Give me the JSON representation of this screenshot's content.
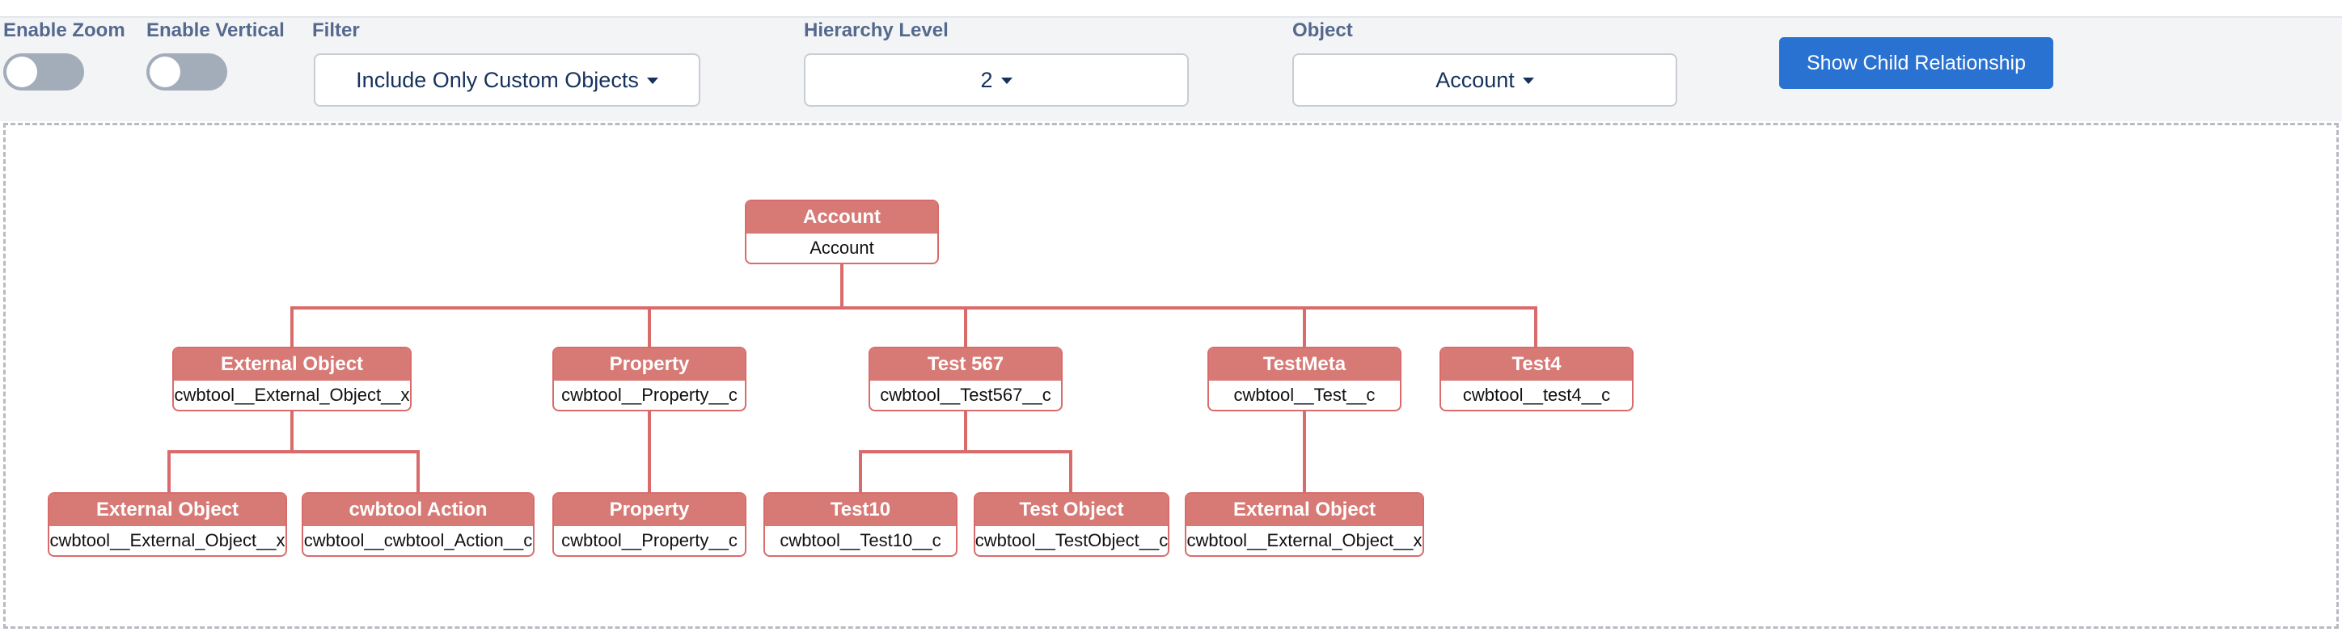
{
  "toolbar": {
    "enable_zoom_label": "Enable Zoom",
    "enable_vertical_label": "Enable Vertical",
    "filter_label": "Filter",
    "filter_value": "Include Only Custom Objects",
    "hierarchy_label": "Hierarchy Level",
    "hierarchy_value": "2",
    "object_label": "Object",
    "object_value": "Account",
    "button_label": "Show Child Relationship"
  },
  "tree": {
    "root": {
      "title": "Account",
      "api": "Account"
    },
    "level1": [
      {
        "title": "External Object",
        "api": "cwbtool__External_Object__x"
      },
      {
        "title": "Property",
        "api": "cwbtool__Property__c"
      },
      {
        "title": "Test 567",
        "api": "cwbtool__Test567__c"
      },
      {
        "title": "TestMeta",
        "api": "cwbtool__Test__c"
      },
      {
        "title": "Test4",
        "api": "cwbtool__test4__c"
      }
    ],
    "level2": [
      {
        "title": "External Object",
        "api": "cwbtool__External_Object__x"
      },
      {
        "title": "cwbtool Action",
        "api": "cwbtool__cwbtool_Action__c"
      },
      {
        "title": "Property",
        "api": "cwbtool__Property__c"
      },
      {
        "title": "Test10",
        "api": "cwbtool__Test10__c"
      },
      {
        "title": "Test Object",
        "api": "cwbtool__TestObject__c"
      },
      {
        "title": "External Object",
        "api": "cwbtool__External_Object__x"
      }
    ]
  },
  "colors": {
    "node_header": "#d77a76",
    "edge": "#d96b6b",
    "button": "#2a72d1",
    "label": "#54698d"
  }
}
